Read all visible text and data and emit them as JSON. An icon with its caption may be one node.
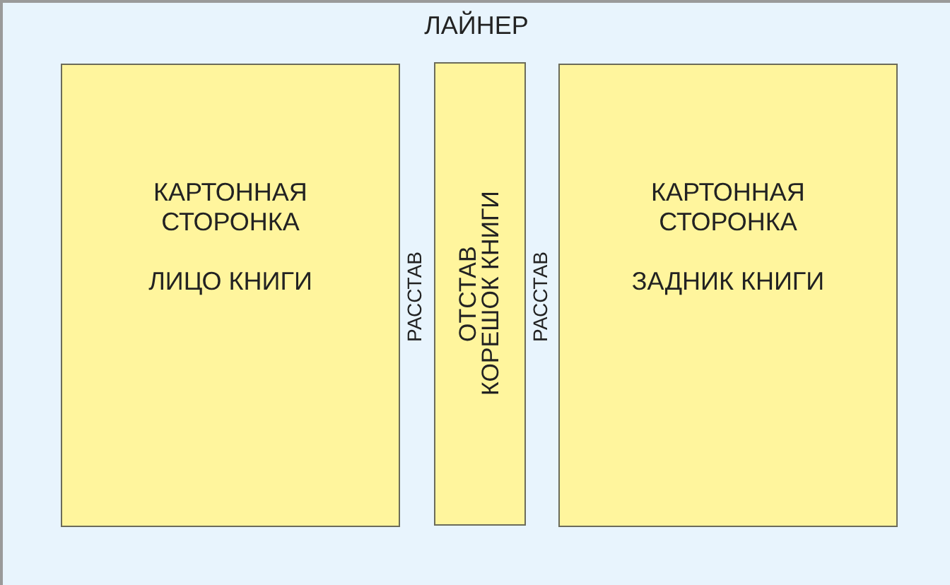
{
  "diagram": {
    "nodes": [
      {
        "text": [
          "ЛАЙНЕР"
        ]
      },
      {
        "text": [
          "КАРТОННАЯ СТОРОНКА",
          "ЛИЦО КНИГИ"
        ],
        "in": 0
      },
      {
        "text": [
          "ОТСТАВ",
          "КОРЕШОК КНИГИ"
        ],
        "in": 0
      },
      {
        "text": [
          "КАРТОННАЯ СТОРОНКА",
          "ЗАДНИК КНИГИ"
        ],
        "in": 0
      }
    ],
    "edges": [],
    "labels": [
      "РАССТАВ",
      "РАССТАВ"
    ]
  }
}
